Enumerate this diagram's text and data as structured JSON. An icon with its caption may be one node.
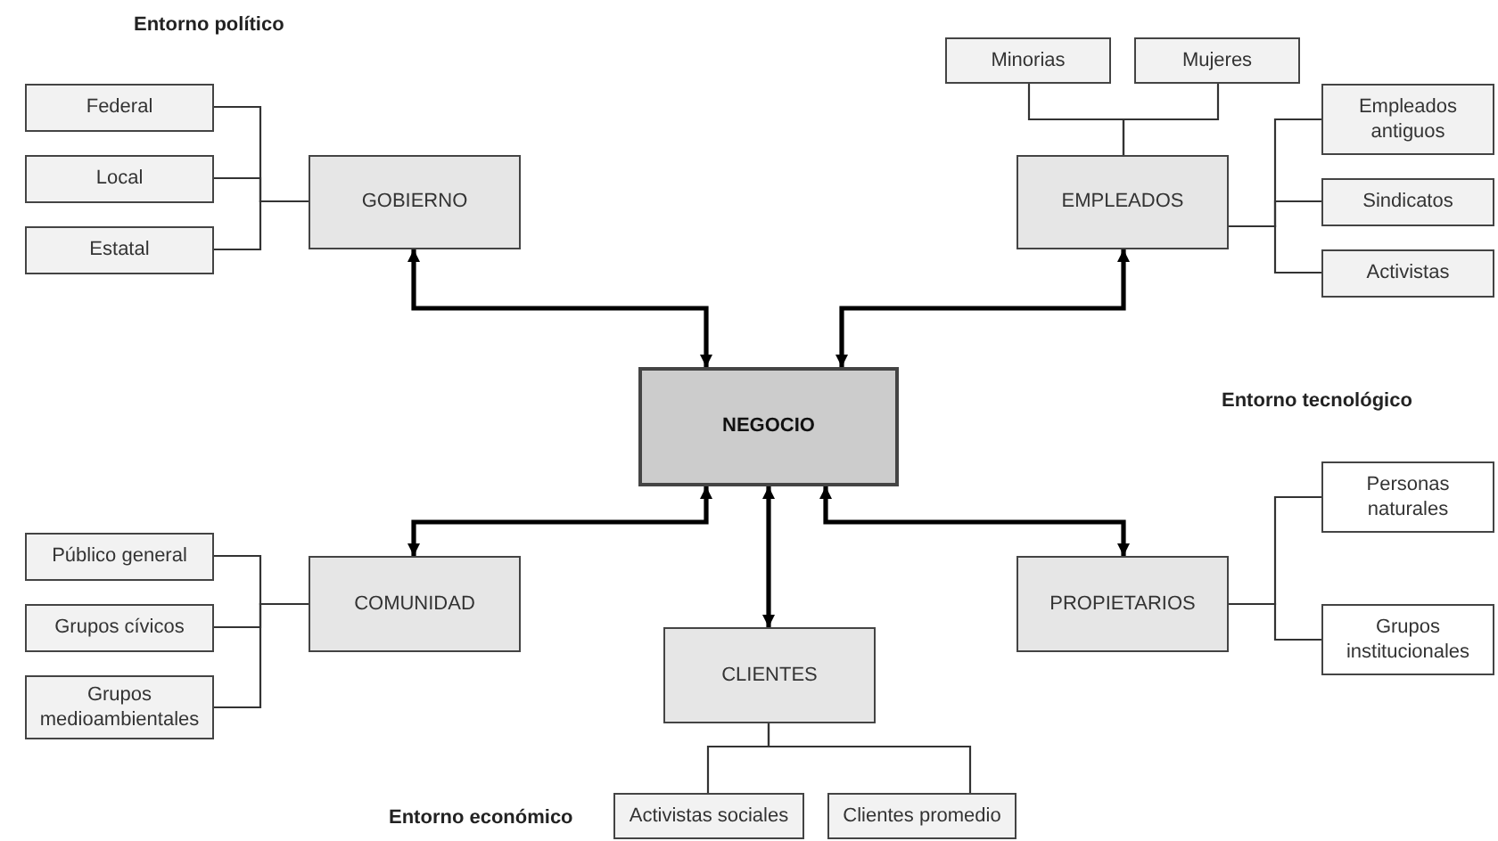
{
  "diagram": {
    "nodes": [
      {
        "text": [
          "GOBIERNO"
        ]
      },
      {
        "text": [
          "Federal"
        ]
      },
      {
        "text": [
          "Local"
        ]
      },
      {
        "text": [
          "Estatal"
        ]
      },
      {
        "text": [
          "EMPLEADOS"
        ]
      },
      {
        "text": [
          "Minorias"
        ]
      },
      {
        "text": [
          "Mujeres"
        ]
      },
      {
        "text": [
          "Empleados antiguos"
        ]
      },
      {
        "text": [
          "Sindicatos"
        ]
      },
      {
        "text": [
          "Activistas"
        ]
      },
      {
        "text": [
          "NEGOCIO"
        ]
      },
      {
        "text": [
          "COMUNIDAD"
        ]
      },
      {
        "text": [
          "Público general"
        ]
      },
      {
        "text": [
          "Grupos cívicos"
        ]
      },
      {
        "text": [
          "Grupos medioambientales"
        ]
      },
      {
        "text": [
          "CLIENTES"
        ]
      },
      {
        "text": [
          "Activistas sociales"
        ]
      },
      {
        "text": [
          "Clientes promedio"
        ]
      },
      {
        "text": [
          "PROPIETARIOS"
        ]
      },
      {
        "text": [
          "Personas naturales"
        ]
      },
      {
        "text": [
          "Grupos institucionales"
        ]
      }
    ],
    "edges": [
      {
        "from": 10,
        "to": 0,
        "arrow": "both",
        "style": "thick"
      },
      {
        "from": 10,
        "to": 4,
        "arrow": "both",
        "style": "thick"
      },
      {
        "from": 10,
        "to": 11,
        "arrow": "both",
        "style": "thick"
      },
      {
        "from": 10,
        "to": 15,
        "arrow": "both",
        "style": "thick"
      },
      {
        "from": 10,
        "to": 18,
        "arrow": "both",
        "style": "thick"
      },
      {
        "from": 1,
        "to": 0,
        "arrow": "none"
      },
      {
        "from": 2,
        "to": 0,
        "arrow": "none"
      },
      {
        "from": 3,
        "to": 0,
        "arrow": "none"
      },
      {
        "from": 5,
        "to": 4,
        "arrow": "none"
      },
      {
        "from": 6,
        "to": 4,
        "arrow": "none"
      },
      {
        "from": 7,
        "to": 4,
        "arrow": "none"
      },
      {
        "from": 8,
        "to": 4,
        "arrow": "none"
      },
      {
        "from": 9,
        "to": 4,
        "arrow": "none"
      },
      {
        "from": 12,
        "to": 11,
        "arrow": "none"
      },
      {
        "from": 13,
        "to": 11,
        "arrow": "none"
      },
      {
        "from": 14,
        "to": 11,
        "arrow": "none"
      },
      {
        "from": 16,
        "to": 15,
        "arrow": "none"
      },
      {
        "from": 17,
        "to": 15,
        "arrow": "none"
      },
      {
        "from": 19,
        "to": 18,
        "arrow": "none"
      },
      {
        "from": 20,
        "to": 18,
        "arrow": "none"
      }
    ],
    "labels": [
      "Entorno político",
      "Entorno tecnológico",
      "Entorno económico"
    ]
  }
}
